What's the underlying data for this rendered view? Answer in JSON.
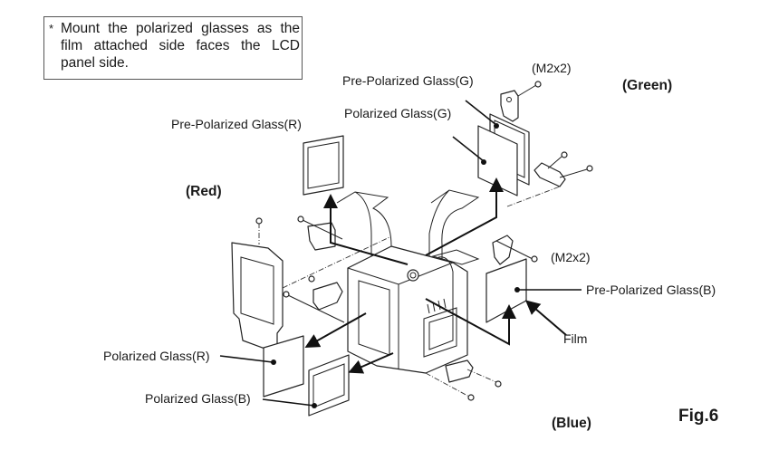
{
  "note": {
    "asterisk": "*",
    "text": "Mount the polarized glasses as the film attached side faces the LCD panel side."
  },
  "labels": {
    "pre_polarized_glass_g": "Pre-Polarized Glass(G)",
    "polarized_glass_g": "Polarized Glass(G)",
    "pre_polarized_glass_r": "Pre-Polarized Glass(R)",
    "pre_polarized_glass_b": "Pre-Polarized Glass(B)",
    "polarized_glass_r": "Polarized Glass(R)",
    "polarized_glass_b": "Polarized Glass(B)",
    "film": "Film",
    "screw_top": "(M2x2)",
    "screw_right": "(M2x2)"
  },
  "channels": {
    "green": "(Green)",
    "red": "(Red)",
    "blue": "(Blue)"
  },
  "figure": {
    "number": "Fig.6"
  }
}
